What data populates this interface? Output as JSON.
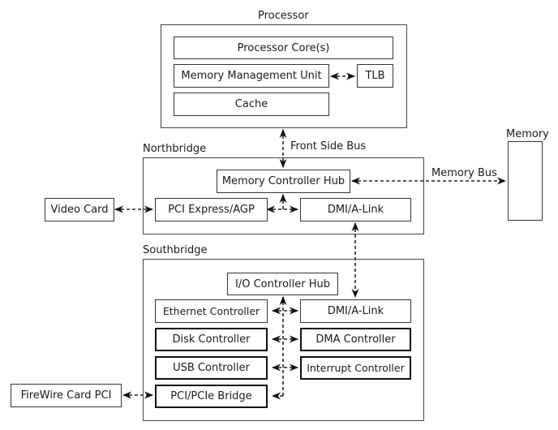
{
  "processor": {
    "title": "Processor",
    "core": "Processor Core(s)",
    "mmu": "Memory Management Unit",
    "tlb": "TLB",
    "cache": "Cache"
  },
  "buses": {
    "front_side_bus": "Front Side Bus",
    "memory_bus": "Memory Bus"
  },
  "memory": {
    "title": "Memory"
  },
  "northbridge": {
    "title": "Northbridge",
    "mch": "Memory Controller Hub",
    "pci_express": "PCI Express/AGP",
    "dmi": "DMI/A-Link"
  },
  "video_card": "Video Card",
  "southbridge": {
    "title": "Southbridge",
    "io_hub": "I/O Controller Hub",
    "ethernet": "Ethernet Controller",
    "dmi": "DMI/A-Link",
    "disk": "Disk Controller",
    "dma": "DMA Controller",
    "usb": "USB Controller",
    "interrupt": "Interrupt Controller",
    "pci_bridge": "PCI/PCIe Bridge"
  },
  "firewire_card": "FireWire Card PCI"
}
